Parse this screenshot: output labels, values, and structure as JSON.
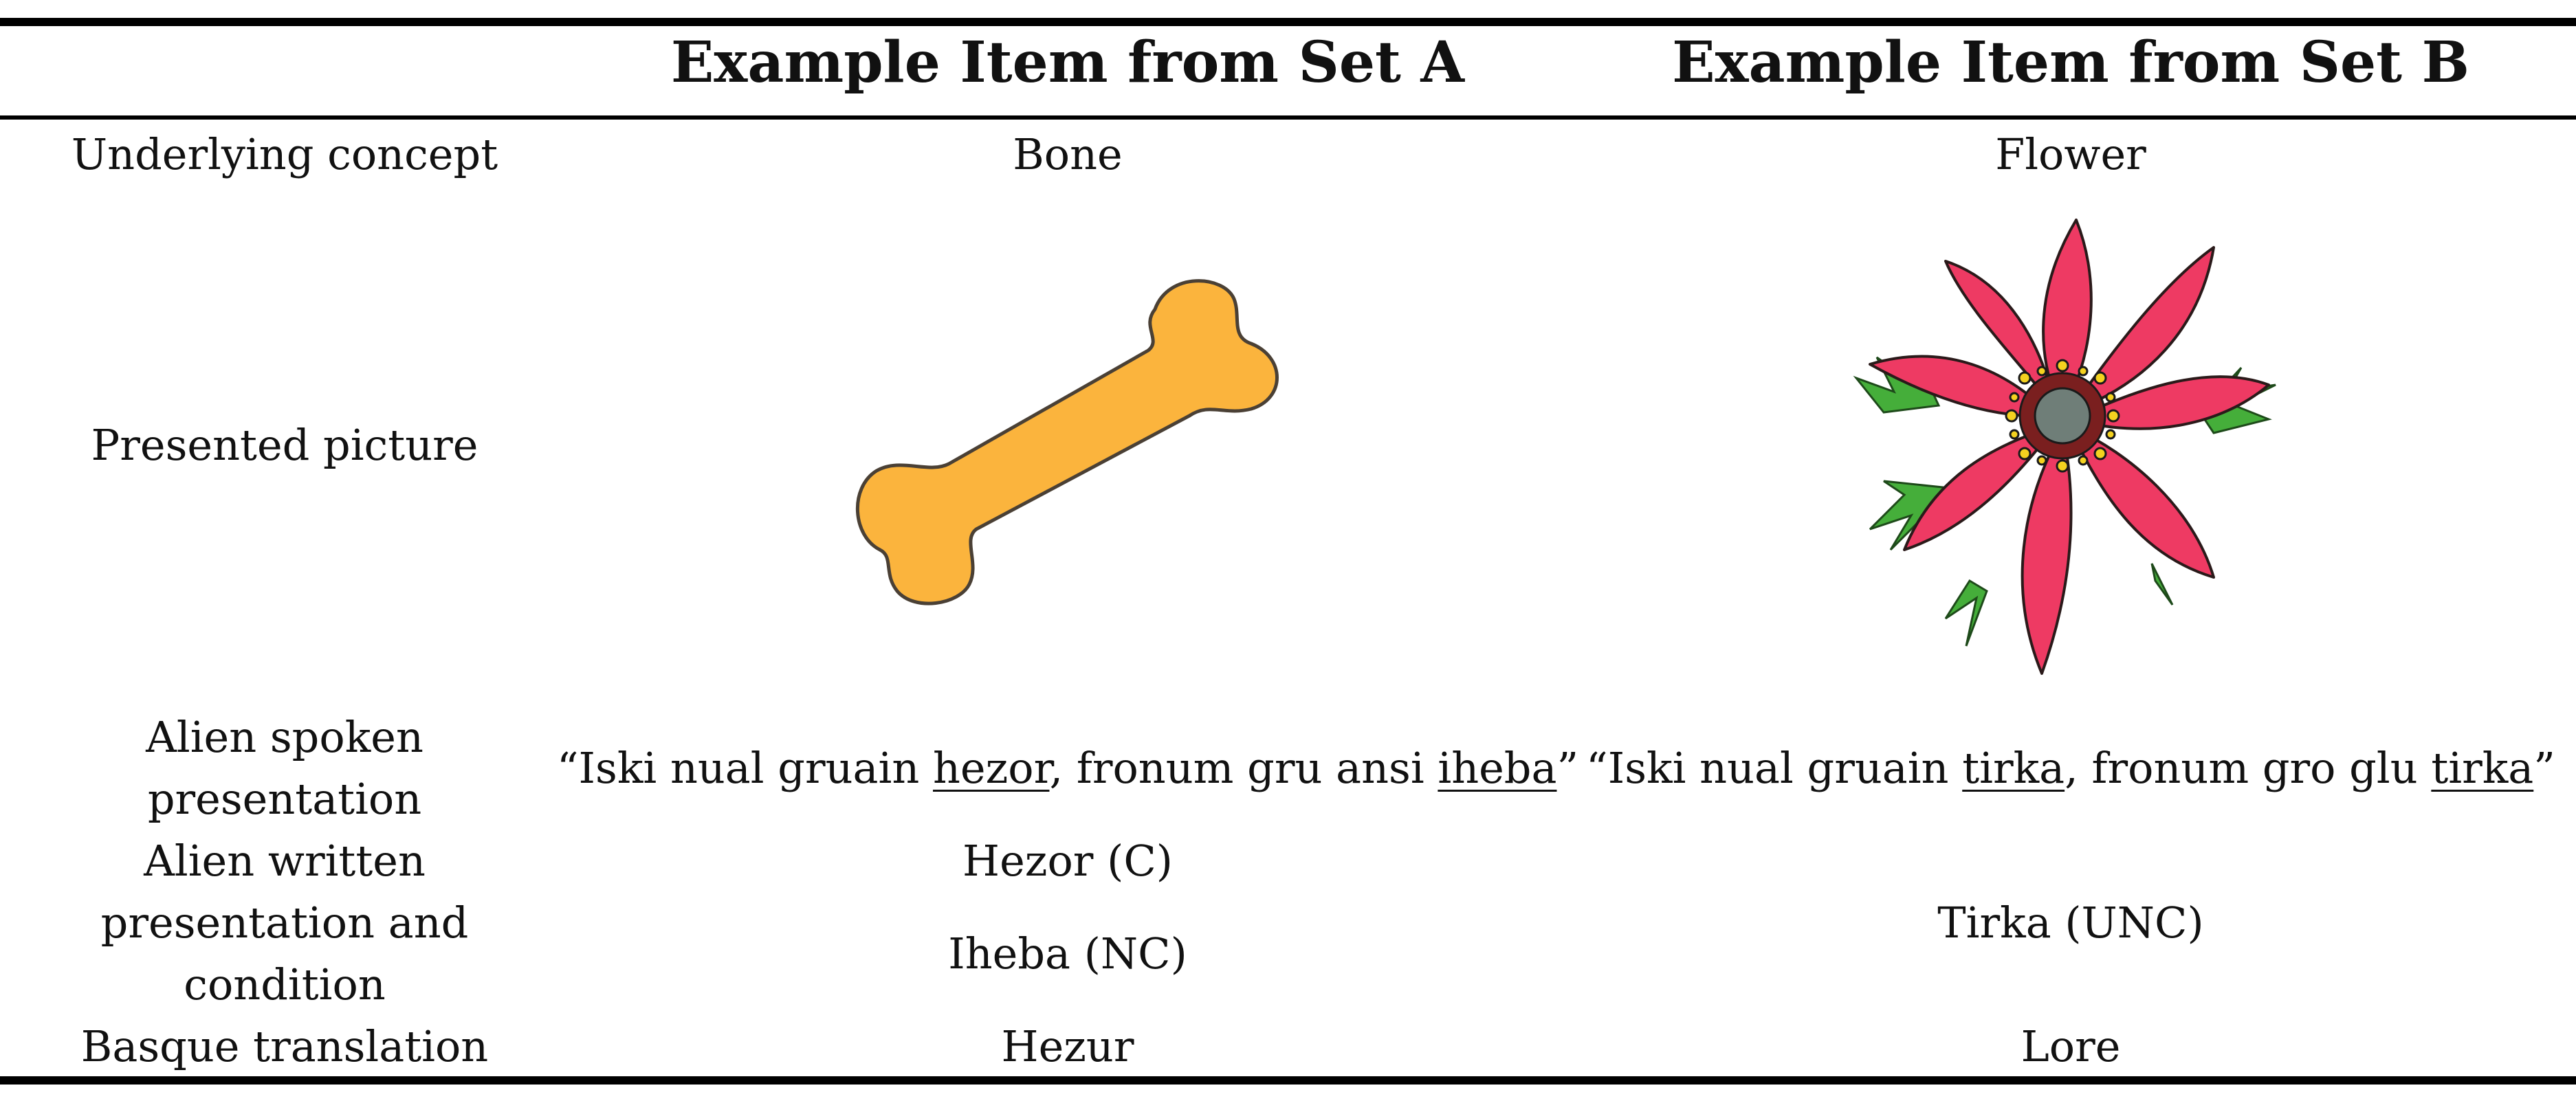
{
  "table": {
    "headers": {
      "set_a": "Example Item from Set A",
      "set_b": "Example Item from Set B"
    },
    "rows": {
      "concept": {
        "label": "Underlying concept",
        "a": "Bone",
        "b": "Flower"
      },
      "picture": {
        "label": "Presented picture",
        "a_icon": "bone-icon",
        "b_icon": "flower-icon",
        "bone_fill": "#FBB43D",
        "flower_petal_fill": "#EE3A63",
        "leaf_fill": "#45AE3A"
      },
      "spoken": {
        "label_line1": "Alien spoken",
        "label_line2": "presentation",
        "a": {
          "p1": "“Iski nual gruain ",
          "w1": "hezor",
          "p2": ", fronum gru ansi ",
          "w2": "iheba",
          "p3": "”"
        },
        "b": {
          "p1": "“Iski nual gruain ",
          "w1": "tirka",
          "p2": ", fronum gro glu ",
          "w2": "tirka",
          "p3": "”"
        }
      },
      "written": {
        "label_line1": "Alien written",
        "label_line2": "presentation and",
        "label_line3": "condition",
        "a_line1": "Hezor (C)",
        "a_line2": "Iheba (NC)",
        "b": "Tirka (UNC)"
      },
      "basque": {
        "label": "Basque translation",
        "a": "Hezur",
        "b": "Lore"
      }
    }
  }
}
